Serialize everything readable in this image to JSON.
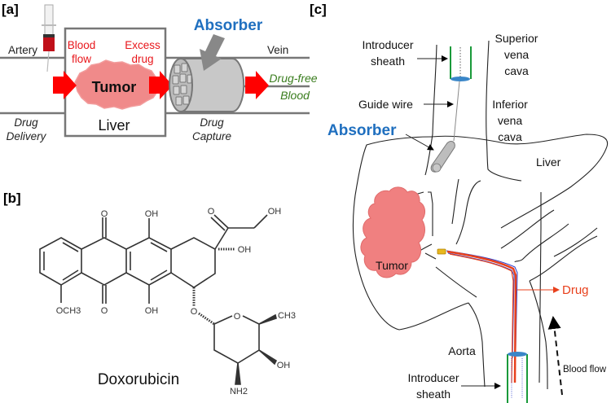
{
  "panel_a": {
    "label": "[a]",
    "artery": "Artery",
    "vein": "Vein",
    "blood_flow": [
      "Blood",
      "flow"
    ],
    "excess_drug": [
      "Excess",
      "drug"
    ],
    "tumor": "Tumor",
    "liver": "Liver",
    "absorber": "Absorber",
    "drug_delivery": [
      "Drug",
      "Delivery"
    ],
    "drug_capture": [
      "Drug",
      "Capture"
    ],
    "drug_free_blood": [
      "Drug-free",
      "Blood"
    ]
  },
  "panel_b": {
    "label": "[b]",
    "molecule_name": "Doxorubicin",
    "atoms": {
      "o_top_left": "O",
      "oh_top": "OH",
      "o_ketone": "O",
      "oh_terminal": "OH",
      "oh_stereo": "OH",
      "och3": "OCH3",
      "o_bottom_left": "O",
      "oh_bottom": "OH",
      "o_glycosidic": "O",
      "o_ring": "O",
      "ch3": "CH3",
      "oh_sugar": "OH",
      "nh2": "NH2"
    }
  },
  "panel_c": {
    "label": "[c]",
    "introducer_sheath_top": [
      "Introducer",
      "sheath"
    ],
    "superior_vena_cava": [
      "Superior",
      "vena",
      "cava"
    ],
    "guide_wire": "Guide wire",
    "inferior_vena_cava": [
      "Inferior",
      "vena",
      "cava"
    ],
    "absorber": "Absorber",
    "liver": "Liver",
    "tumor": "Tumor",
    "drug": "Drug",
    "aorta": "Aorta",
    "introducer_sheath_bottom": [
      "Introducer",
      "sheath"
    ],
    "blood_flow": "Blood flow"
  },
  "colors": {
    "red_label": "#e8161b",
    "arrow_red": "#ff0000",
    "tumor_pink": "#f08080",
    "absorber_blue": "#1f6fbf",
    "green_text": "#3a7d1e",
    "sheath_green": "#1a9a3a",
    "cap_blue": "#3a86c8",
    "drug_orange": "#e8401c"
  }
}
